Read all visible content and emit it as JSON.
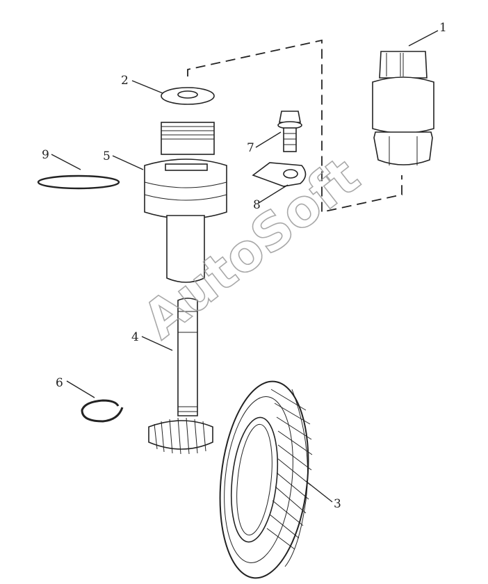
{
  "diagram": {
    "callouts": [
      {
        "id": "1",
        "label": "1"
      },
      {
        "id": "2",
        "label": "2"
      },
      {
        "id": "3",
        "label": "3"
      },
      {
        "id": "4",
        "label": "4"
      },
      {
        "id": "5",
        "label": "5"
      },
      {
        "id": "6",
        "label": "6"
      },
      {
        "id": "7",
        "label": "7"
      },
      {
        "id": "8",
        "label": "8"
      },
      {
        "id": "9",
        "label": "9"
      }
    ],
    "watermark": "AutoSoft"
  }
}
